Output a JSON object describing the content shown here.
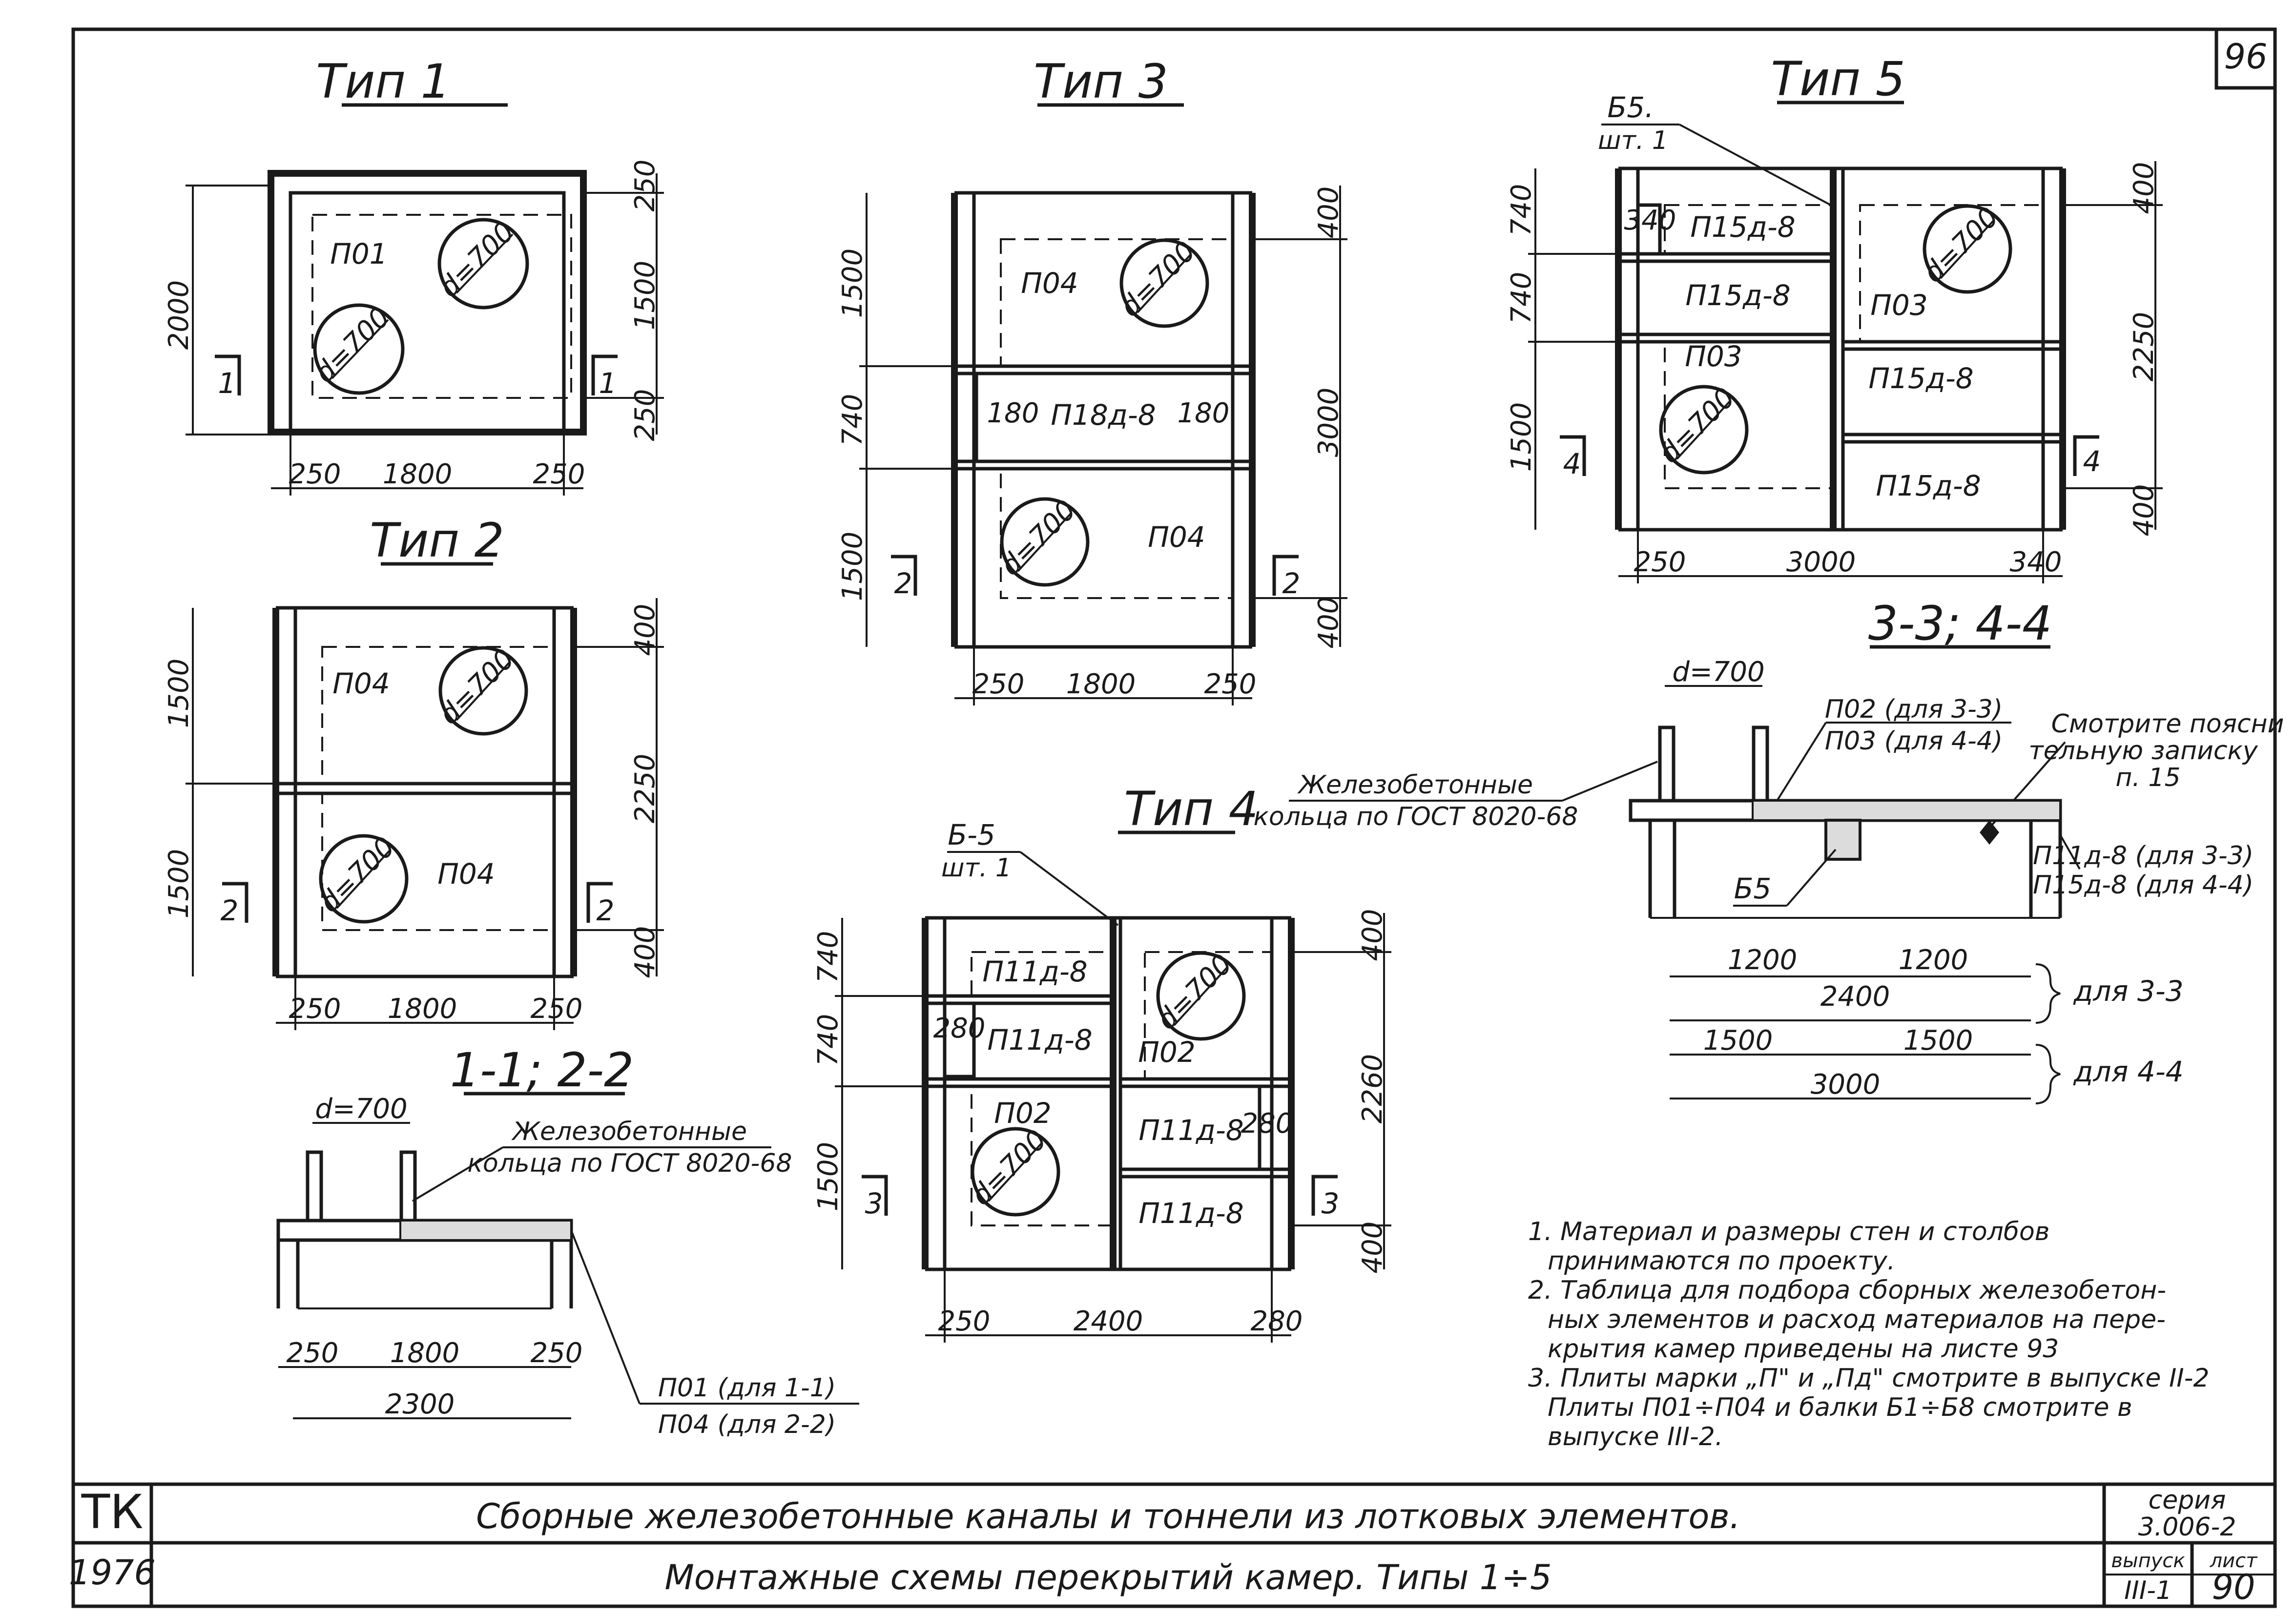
{
  "sheet": {
    "page_number": "96"
  },
  "type1": {
    "title": "Тип 1",
    "slab": "П01",
    "hole_a": "d=700",
    "hole_b": "d=700",
    "dim_left": "2000",
    "dim_right_top": "250",
    "dim_right_mid": "1500",
    "dim_right_bot": "250",
    "dim_bot_left": "250",
    "dim_bot_mid": "1800",
    "dim_bot_right": "250",
    "sec_left": "1",
    "sec_right": "1"
  },
  "type2": {
    "title": "Тип 2",
    "slab_top": "П04",
    "slab_bot": "П04",
    "hole_top": "d=700",
    "hole_bot": "d=700",
    "dim_left_top": "1500",
    "dim_left_bot": "1500",
    "dim_right_top": "400",
    "dim_right_mid": "2250",
    "dim_right_bot": "400",
    "dim_bot_left": "250",
    "dim_bot_mid": "1800",
    "dim_bot_right": "250",
    "sec_left": "2",
    "sec_right": "2"
  },
  "type3": {
    "title": "Тип 3",
    "slab_top": "П04",
    "slab_mid": "П18д-8",
    "slab_bot": "П04",
    "hole_top": "d=700",
    "hole_bot": "d=700",
    "mid_left": "180",
    "mid_right": "180",
    "dim_left_top": "1500",
    "dim_left_mid": "740",
    "dim_left_bot": "1500",
    "dim_right_top": "400",
    "dim_right_mid": "3000",
    "dim_right_bot": "400",
    "dim_bot_left": "250",
    "dim_bot_mid": "1800",
    "dim_bot_right": "250",
    "sec_left": "2",
    "sec_right": "2"
  },
  "type4": {
    "title": "Тип 4",
    "beam_label": "Б-5",
    "beam_count": "шт. 1",
    "slab_1": "П11д-8",
    "slab_2": "П11д-8",
    "slab_3": "П11д-8",
    "slab_4": "П11д-8",
    "slab_p02a": "П02",
    "slab_p02b": "П02",
    "hole_a": "d=700",
    "hole_b": "d=700",
    "inner_280a": "280",
    "inner_280b": "280",
    "dim_left_1": "740",
    "dim_left_2": "740",
    "dim_left_3": "1500",
    "dim_right_top": "400",
    "dim_right_mid": "2260",
    "dim_right_bot": "400",
    "dim_bot_left": "250",
    "dim_bot_mid": "2400",
    "dim_bot_right": "280",
    "sec_left": "3",
    "sec_right": "3"
  },
  "type5": {
    "title": "Тип 5",
    "beam_label": "Б5.",
    "beam_count": "шт. 1",
    "slab_1": "П15д-8",
    "slab_2": "П15д-8",
    "slab_3": "П15д-8",
    "slab_4": "П15д-8",
    "slab_p03a": "П03",
    "slab_p03b": "П03",
    "hole_a": "d=700",
    "hole_b": "d=700",
    "inner_340": "340",
    "dim_left_1": "740",
    "dim_left_2": "740",
    "dim_left_3": "1500",
    "dim_right_top": "400",
    "dim_right_mid": "2250",
    "dim_right_bot": "400",
    "dim_bot_left": "250",
    "dim_bot_mid": "3000",
    "dim_bot_right": "340",
    "sec_left": "4",
    "sec_right": "4"
  },
  "section_12": {
    "title": "1-1; 2-2",
    "hole": "d=700",
    "rings_1": "Железобетонные",
    "rings_2": "кольца по ГОСТ 8020-68",
    "dim_250a": "250",
    "dim_1800": "1800",
    "dim_250b": "250",
    "dim_2300": "2300",
    "slab_a": "П01 (для 1-1)",
    "slab_b": "П04 (для 2-2)"
  },
  "section_34": {
    "title": "3-3; 4-4",
    "hole": "d=700",
    "slab_a": "П02 (для 3-3)",
    "slab_b": "П03 (для 4-4)",
    "see_1": "Смотрите поясни",
    "see_2": "тельную записку",
    "see_3": "п. 15",
    "rings_1": "Железобетонные",
    "rings_2": "кольца по ГОСТ 8020-68",
    "beam": "Б5",
    "slab_c": "П11д-8 (для 3-3)",
    "slab_d": "П15д-8 (для 4-4)",
    "dim_1200a": "1200",
    "dim_1200b": "1200",
    "dim_2400": "2400",
    "for_33": "для 3-3",
    "dim_1500a": "1500",
    "dim_1500b": "1500",
    "dim_3000": "3000",
    "for_44": "для 4-4"
  },
  "notes": {
    "line1": "1. Материал и размеры стен и столбов",
    "line2": "принимаются по проекту.",
    "line3": "2. Таблица для подбора сборных железобетон-",
    "line4": "ных элементов и расход материалов на пере-",
    "line5": "крытия камер приведены на листе 93",
    "line6": "3. Плиты марки „П\" и „Пд\" смотрите в выпуске II-2",
    "line7": "Плиты П01÷П04 и балки Б1÷Б8 смотрите в",
    "line8": "выпуске III-2."
  },
  "stamp": {
    "org": "ТК",
    "year": "1976",
    "title1": "Сборные железобетонные каналы и тоннели из лотковых элементов.",
    "title2": "Монтажные схемы перекрытий камер. Типы 1÷5",
    "series_label": "серия",
    "series": "3.006-2",
    "issue_label": "выпуск",
    "issue": "III-1",
    "sheet_label": "лист",
    "sheet": "90"
  }
}
